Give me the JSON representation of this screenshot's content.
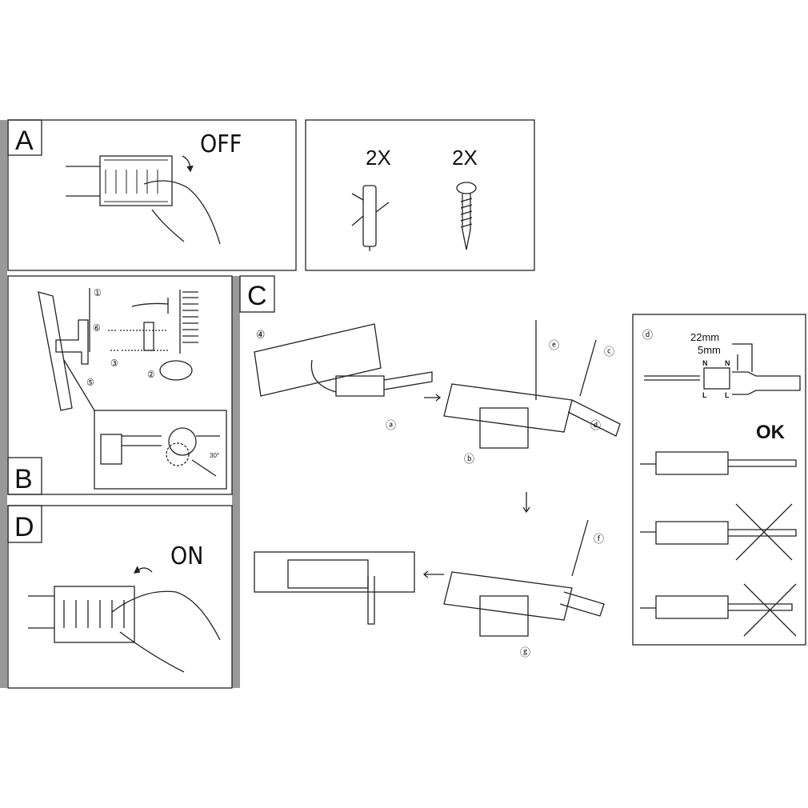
{
  "panels": {
    "a": {
      "label": "A",
      "caption": "OFF"
    },
    "parts": {
      "anchor_qty": "2X",
      "screw_qty": "2X"
    },
    "b": {
      "label": "B",
      "steps": [
        "①",
        "②",
        "③",
        "⑤",
        "⑥"
      ],
      "angle": "30°"
    },
    "c": {
      "label": "C",
      "step": "④",
      "sub_steps": [
        "ⓐ",
        "ⓑ",
        "ⓒ",
        "ⓓ",
        "ⓔ",
        "ⓕ",
        "ⓖ"
      ]
    },
    "d_detail": {
      "label": "ⓓ",
      "strip_length": "22mm",
      "core_strip": "5mm",
      "terminal_labels": [
        "N",
        "N",
        "L",
        "L"
      ],
      "ok": "OK"
    },
    "d": {
      "label": "D",
      "caption": "ON"
    }
  }
}
